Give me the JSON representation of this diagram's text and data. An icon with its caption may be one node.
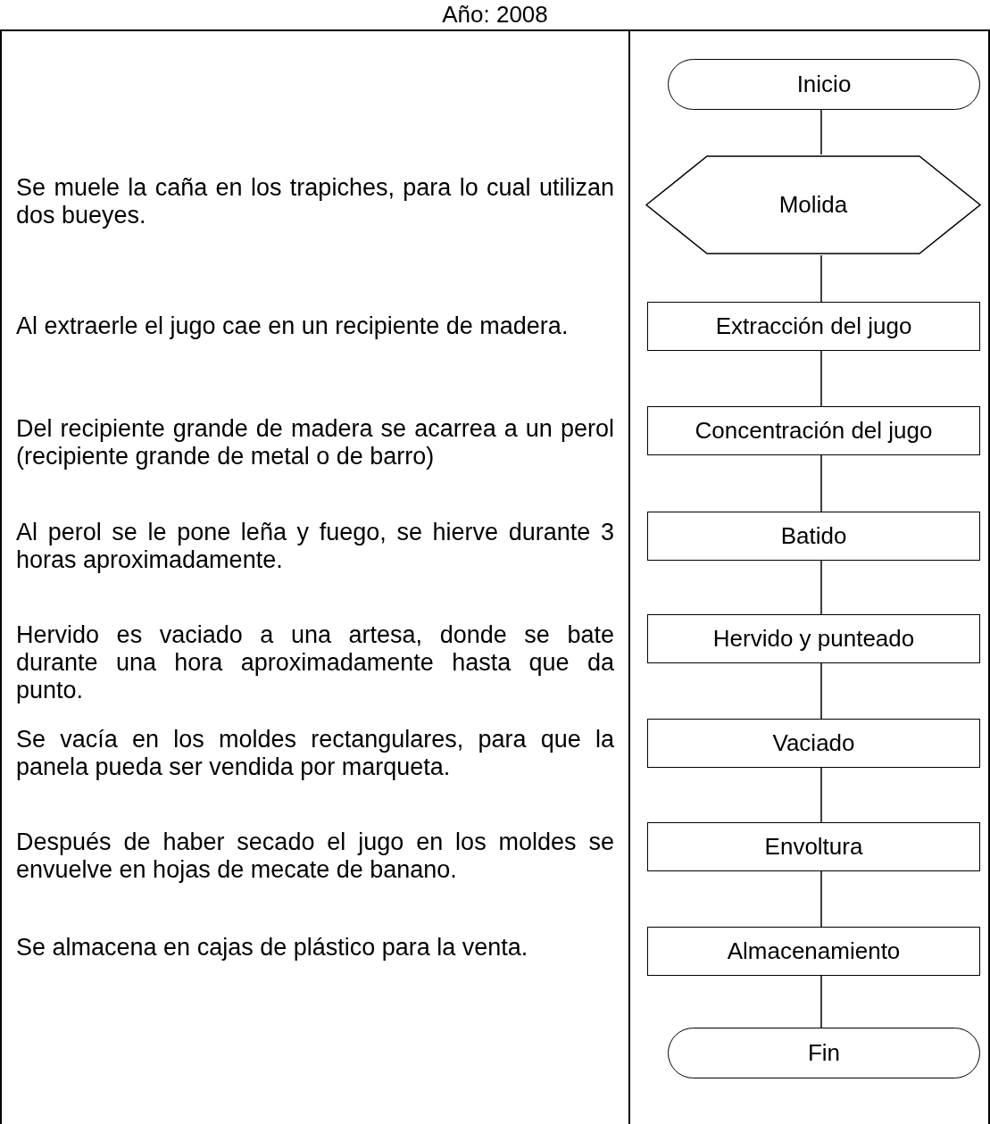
{
  "diagram": {
    "title": "Año: 2008",
    "nodes": [
      {
        "text": [
          "Inicio"
        ]
      },
      {
        "text": [
          "Molida"
        ]
      },
      {
        "text": [
          "Extracción del jugo"
        ]
      },
      {
        "text": [
          "Concentración del jugo"
        ]
      },
      {
        "text": [
          "Batido"
        ]
      },
      {
        "text": [
          "Hervido y punteado"
        ]
      },
      {
        "text": [
          "Vaciado"
        ]
      },
      {
        "text": [
          "Envoltura"
        ]
      },
      {
        "text": [
          "Almacenamiento"
        ]
      },
      {
        "text": [
          "Fin"
        ]
      }
    ],
    "edges": [
      {
        "from": 0,
        "to": 1,
        "arrow": "none"
      },
      {
        "from": 1,
        "to": 2,
        "arrow": "none"
      },
      {
        "from": 2,
        "to": 3,
        "arrow": "none"
      },
      {
        "from": 3,
        "to": 4,
        "arrow": "none"
      },
      {
        "from": 4,
        "to": 5,
        "arrow": "none"
      },
      {
        "from": 5,
        "to": 6,
        "arrow": "none"
      },
      {
        "from": 6,
        "to": 7,
        "arrow": "none"
      },
      {
        "from": 7,
        "to": 8,
        "arrow": "none"
      },
      {
        "from": 8,
        "to": 9,
        "arrow": "none"
      }
    ],
    "labels": [
      "Se muele la caña en los trapiches, para lo cual utilizan dos bueyes.",
      "Al extraerle el jugo cae en un recipiente de madera.",
      "Del recipiente grande de madera se acarrea a un perol (recipiente grande de metal o de barro)",
      "Al perol se le pone leña y fuego, se hierve durante 3 horas aproximadamente.",
      "Hervido es vaciado a una artesa, donde se bate durante una hora aproximadamente hasta que da punto.",
      "Se vacía en los moldes rectangulares, para que la panela pueda ser vendida por marqueta.",
      "Después de haber secado el jugo en los moldes se envuelve en hojas de mecate de banano.",
      "Se almacena en cajas de plástico para la venta."
    ]
  }
}
